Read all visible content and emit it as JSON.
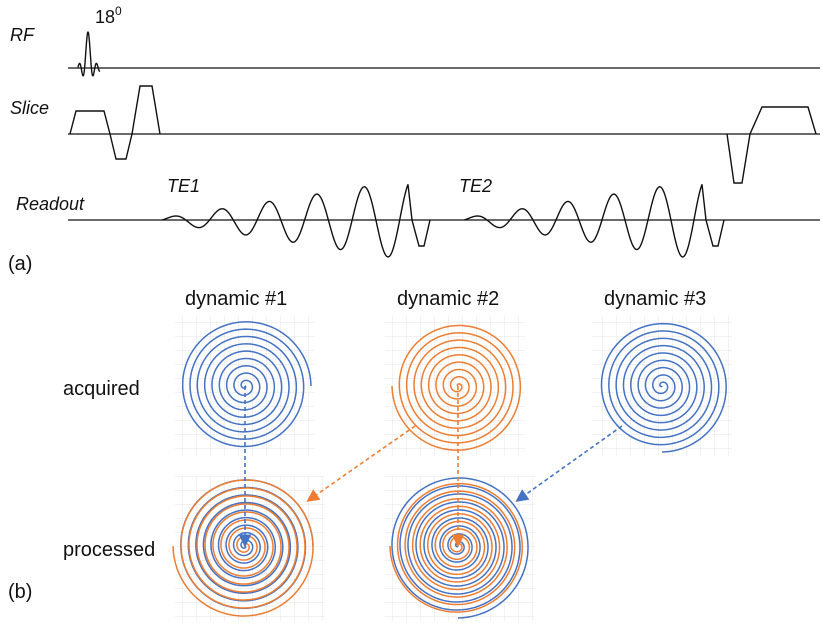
{
  "panel_a": {
    "label": "(a)",
    "rows": {
      "rf": "RF",
      "slice": "Slice",
      "readout": "Readout"
    },
    "flip_angle": {
      "base": "18",
      "superscript": "0"
    },
    "echoes": [
      "TE1",
      "TE2"
    ]
  },
  "panel_b": {
    "label": "(b)",
    "columns": [
      "dynamic #1",
      "dynamic #2",
      "dynamic #3"
    ],
    "rows": [
      "acquired",
      "processed"
    ],
    "colors": {
      "blue": "#4472c4",
      "orange": "#ed7d31",
      "grid": "#e6e6e6"
    }
  }
}
